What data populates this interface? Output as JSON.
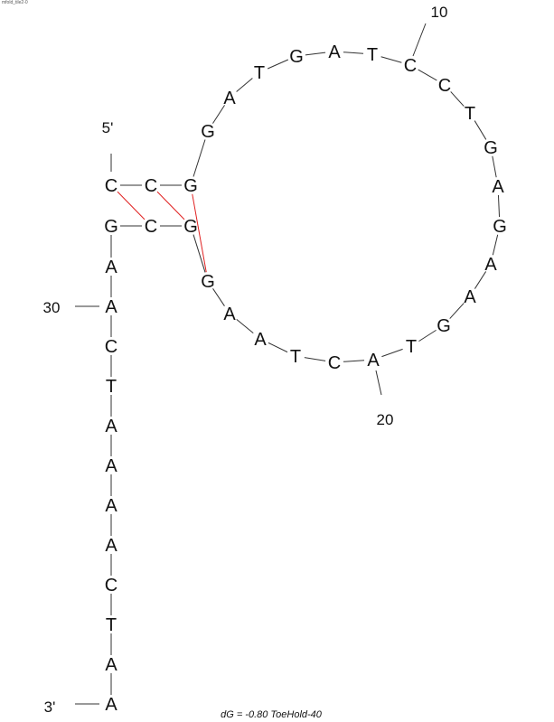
{
  "corner_text": "mfold_tile2-0",
  "sequence": [
    "C",
    "C",
    "G",
    "G",
    "A",
    "T",
    "G",
    "A",
    "T",
    "C",
    "C",
    "T",
    "G",
    "A",
    "G",
    "A",
    "A",
    "G",
    "T",
    "A",
    "C",
    "T",
    "A",
    "A",
    "G",
    "G",
    "C",
    "G",
    "A",
    "A",
    "C",
    "T",
    "A",
    "A",
    "A",
    "A",
    "C",
    "T",
    "A",
    "A"
  ],
  "end_labels": {
    "five_prime": "5'",
    "three_prime": "3'"
  },
  "position_labels": [
    "10",
    "20",
    "30"
  ],
  "pairs": [
    [
      1,
      27
    ],
    [
      2,
      26
    ],
    [
      3,
      25
    ]
  ],
  "colors": {
    "backbone": "#333333",
    "pair_bond": "#e02020",
    "text": "#111111"
  },
  "caption": "dG = -0.80 ToeHold-40"
}
